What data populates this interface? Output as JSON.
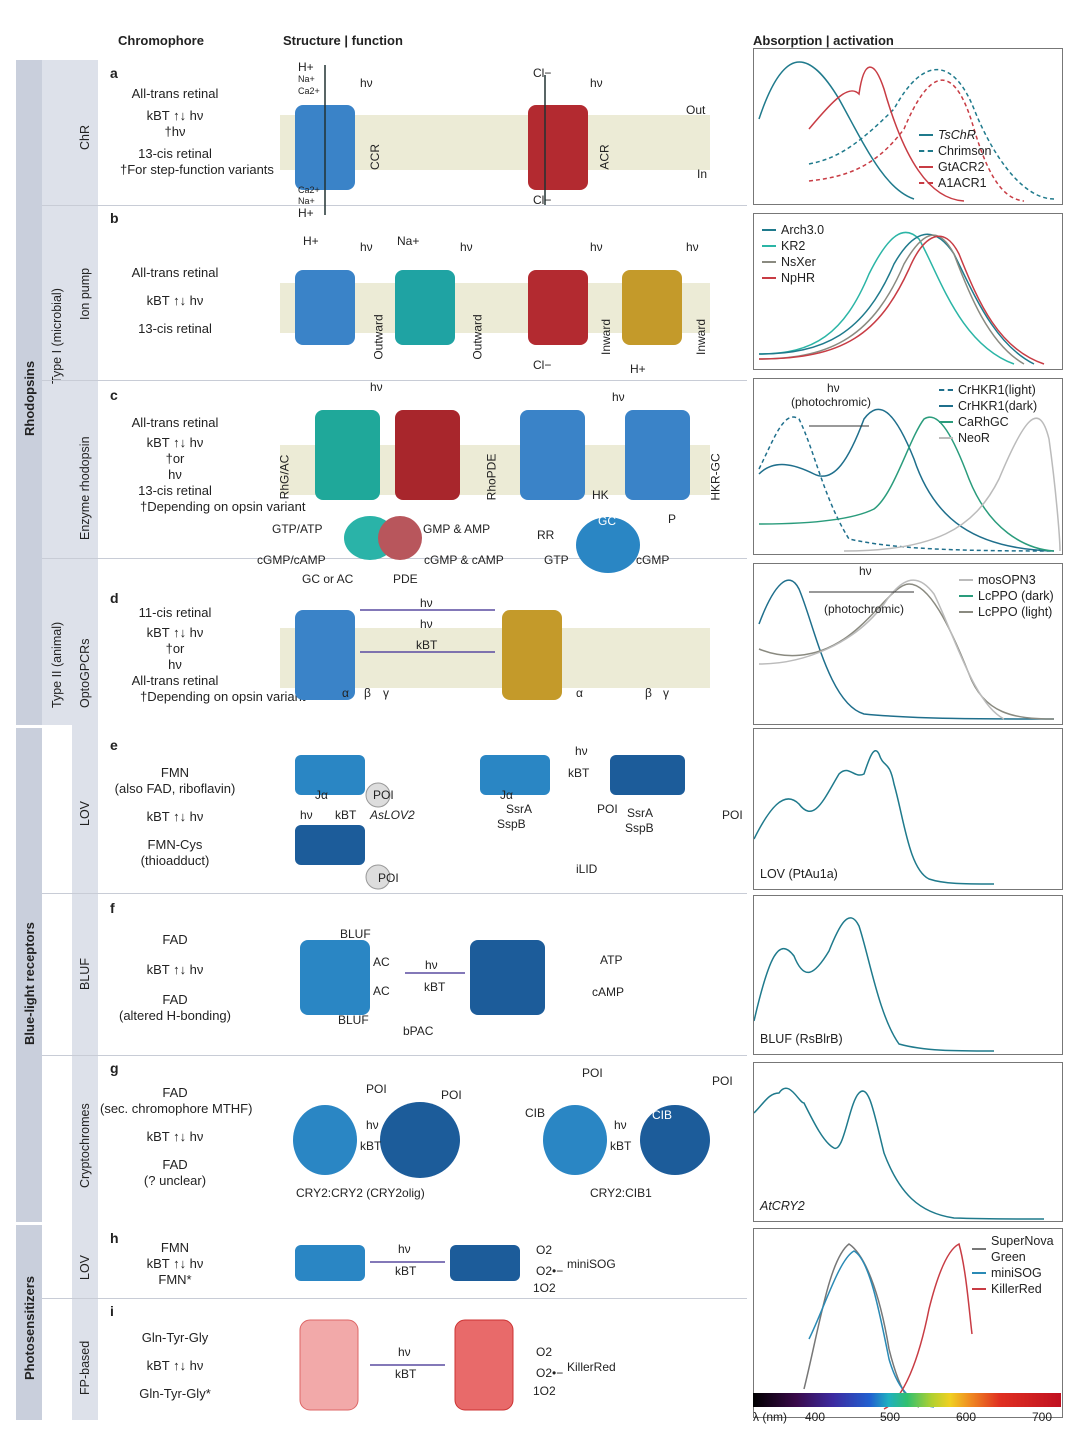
{
  "headers": {
    "chromophore": "Chromophore",
    "structure": "Structure | function",
    "absorption": "Absorption | activation"
  },
  "groups": {
    "rhodopsins": "Rhodopsins",
    "type1": "Type I (microbial)",
    "type2": "Type II (animal)",
    "blue": "Blue-light receptors",
    "photo": "Photosensitizers"
  },
  "rows": {
    "a": {
      "letter": "a",
      "label": "ChR",
      "chrom": [
        "All-trans retinal",
        "kBT ↑↓ hν",
        "†hν",
        "13-cis retinal",
        "†For step-function variants"
      ]
    },
    "b": {
      "letter": "b",
      "label": "Ion pump",
      "chrom": [
        "All-trans retinal",
        "kBT ↑↓ hν",
        "13-cis retinal"
      ]
    },
    "c": {
      "letter": "c",
      "label": "Enzyme rhodopsin",
      "chrom": [
        "All-trans retinal",
        "kBT ↑↓ hν",
        "†or",
        "hν",
        "13-cis retinal",
        "†Depending on opsin variant"
      ]
    },
    "d": {
      "letter": "d",
      "label": "OptoGPCRs",
      "chrom": [
        "11-cis retinal",
        "kBT ↑↓ hν",
        "†or",
        "hν",
        "All-trans retinal",
        "†Depending on opsin variant"
      ]
    },
    "e": {
      "letter": "e",
      "label": "LOV",
      "chrom": [
        "FMN",
        "(also FAD, riboflavin)",
        "kBT ↑↓ hν",
        "FMN-Cys",
        "(thioadduct)"
      ]
    },
    "f": {
      "letter": "f",
      "label": "BLUF",
      "chrom": [
        "FAD",
        "kBT ↑↓ hν",
        "FAD",
        "(altered H-bonding)"
      ]
    },
    "g": {
      "letter": "g",
      "label": "Cryptochromes",
      "chrom": [
        "FAD",
        "(sec. chromophore MTHF)",
        "kBT ↑↓ hν",
        "FAD",
        "(? unclear)"
      ]
    },
    "h": {
      "letter": "h",
      "label": "LOV",
      "chrom": [
        "FMN",
        "kBT ↑↓ hν",
        "FMN*"
      ]
    },
    "i": {
      "letter": "i",
      "label": "FP-based",
      "chrom": [
        "Gln-Tyr-Gly",
        "kBT ↑↓ hν",
        "Gln-Tyr-Gly*"
      ]
    }
  },
  "structure_labels": {
    "a": [
      "H+",
      "Na+",
      "Ca2+",
      "hν",
      "CCR",
      "Ca2+",
      "Na+",
      "H+",
      "Cl−",
      "hν",
      "ACR",
      "Cl−",
      "Out",
      "In"
    ],
    "b": [
      "H+",
      "hν",
      "Outward",
      "Na+",
      "hν",
      "Outward",
      "hν",
      "Inward",
      "Cl−",
      "hν",
      "Inward",
      "H+"
    ],
    "c": [
      "hν",
      "RhG/AC",
      "RhoPDE",
      "GTP/ATP",
      "GMP & AMP",
      "cGMP/cAMP",
      "cGMP & cAMP",
      "GC or AC",
      "PDE",
      "hν",
      "HKR-GC",
      "HK",
      "GC",
      "RR",
      "P",
      "GTP",
      "cGMP"
    ],
    "d": [
      "hν",
      "hν",
      "kBT",
      "α",
      "β",
      "γ",
      "α",
      "β",
      "γ"
    ],
    "e": [
      "Jα",
      "POI",
      "hν",
      "kBT",
      "AsLOV2",
      "POI",
      "hν",
      "kBT",
      "Jα",
      "SsrA",
      "SspB",
      "POI",
      "SsrA",
      "SspB",
      "POI",
      "iLID"
    ],
    "f": [
      "BLUF",
      "AC",
      "AC",
      "BLUF",
      "hν",
      "kBT",
      "ATP",
      "cAMP",
      "bPAC"
    ],
    "g": [
      "POI",
      "POI",
      "hν",
      "kBT",
      "CRY2:CRY2 (CRY2olig)",
      "POI",
      "POI",
      "CIB",
      "hν",
      "kBT",
      "CIB",
      "CRY2:CIB1"
    ],
    "h": [
      "hν",
      "kBT",
      "O2",
      "O2•−",
      "1O2",
      "miniSOG"
    ],
    "i": [
      "hν",
      "kBT",
      "O2",
      "O2•−",
      "1O2",
      "KillerRed"
    ]
  },
  "plots": {
    "a": {
      "legend": [
        {
          "name": "TsChR",
          "color": "#1f7a8c",
          "dash": false
        },
        {
          "name": "Chrimson",
          "color": "#1f7a8c",
          "dash": true
        },
        {
          "name": "GtACR2",
          "color": "#c83c44",
          "dash": false
        },
        {
          "name": "A1ACR1",
          "color": "#c83c44",
          "dash": true
        }
      ]
    },
    "b": {
      "legend": [
        {
          "name": "Arch3.0",
          "color": "#1f7a8c"
        },
        {
          "name": "KR2",
          "color": "#2bb5a6"
        },
        {
          "name": "NsXer",
          "color": "#8a8a80"
        },
        {
          "name": "NpHR",
          "color": "#c83c44"
        }
      ]
    },
    "c": {
      "annot": [
        "hν",
        "(photochromic)"
      ],
      "legend": [
        {
          "name": "CrHKR1(light)",
          "color": "#1f6f8c",
          "dash": true
        },
        {
          "name": "CrHKR1(dark)",
          "color": "#1f6f8c"
        },
        {
          "name": "CaRhGC",
          "color": "#2a9c7c"
        },
        {
          "name": "NeoR",
          "color": "#bbbbbb"
        }
      ]
    },
    "d": {
      "annot": [
        "hν",
        "(photochromic)"
      ],
      "legend": [
        {
          "name": "mosOPN3",
          "color": "#bbbbbb"
        },
        {
          "name": "LcPPO (dark)",
          "color": "#2a9c7c"
        },
        {
          "name": "LcPPO (light)",
          "color": "#8a8a80"
        }
      ]
    },
    "e": {
      "label": "LOV (PtAu1a)"
    },
    "f": {
      "label": "BLUF (RsBlrB)"
    },
    "g": {
      "label": "AtCRY2"
    },
    "h": {
      "legend": [
        {
          "name": "SuperNova Green",
          "color": "#777777"
        },
        {
          "name": "miniSOG",
          "color": "#2a8ab5"
        },
        {
          "name": "KillerRed",
          "color": "#c83c44"
        }
      ]
    }
  },
  "axis": {
    "label": "λ (nm)",
    "ticks": [
      "400",
      "500",
      "600",
      "700"
    ]
  }
}
